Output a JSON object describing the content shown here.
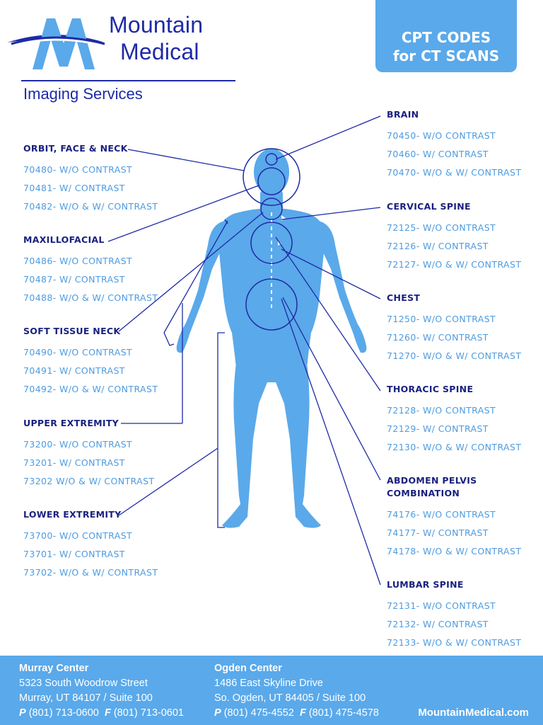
{
  "brand": {
    "name_line1": "Mountain",
    "name_line2": "Medical",
    "subtitle": "Imaging Services",
    "colors": {
      "navy": "#1e2aa6",
      "accent": "#5aa9ea",
      "body": "#5aa9ea"
    }
  },
  "badge": {
    "line1": "CPT CODES",
    "line2": "for CT SCANS"
  },
  "groups": {
    "orbit": {
      "title": "ORBIT, FACE & NECK",
      "codes": [
        "70480- W/O CONTRAST",
        "70481- W/ CONTRAST",
        "70482- W/O & W/ CONTRAST"
      ]
    },
    "maxillofacial": {
      "title": "MAXILLOFACIAL",
      "codes": [
        "70486- W/O CONTRAST",
        "70487- W/ CONTRAST",
        "70488- W/O & W/ CONTRAST"
      ]
    },
    "soft_tissue_neck": {
      "title": "SOFT TISSUE NECK",
      "codes": [
        "70490- W/O CONTRAST",
        "70491- W/ CONTRAST",
        "70492- W/O & W/ CONTRAST"
      ]
    },
    "upper_extremity": {
      "title": "UPPER EXTREMITY",
      "codes": [
        "73200- W/O CONTRAST",
        "73201- W/ CONTRAST",
        "73202 W/O & W/ CONTRAST"
      ]
    },
    "lower_extremity": {
      "title": "LOWER EXTREMITY",
      "codes": [
        "73700- W/O CONTRAST",
        "73701- W/ CONTRAST",
        "73702- W/O & W/ CONTRAST"
      ]
    },
    "brain": {
      "title": "BRAIN",
      "codes": [
        "70450- W/O CONTRAST",
        "70460- W/ CONTRAST",
        "70470- W/O & W/ CONTRAST"
      ]
    },
    "cervical_spine": {
      "title": "CERVICAL SPINE",
      "codes": [
        "72125- W/O CONTRAST",
        "72126- W/ CONTRAST",
        "72127- W/O & W/ CONTRAST"
      ]
    },
    "chest": {
      "title": "CHEST",
      "codes": [
        "71250- W/O CONTRAST",
        "71260- W/ CONTRAST",
        "71270- W/O & W/ CONTRAST"
      ]
    },
    "thoracic_spine": {
      "title": "THORACIC SPINE",
      "codes": [
        "72128- W/O CONTRAST",
        "72129- W/ CONTRAST",
        "72130- W/O & W/ CONTRAST"
      ]
    },
    "abdomen_pelvis": {
      "title_line1": "ABDOMEN PELVIS",
      "title_line2": "COMBINATION",
      "codes": [
        "74176- W/O CONTRAST",
        "74177- W/ CONTRAST",
        "74178- W/O & W/ CONTRAST"
      ]
    },
    "lumbar_spine": {
      "title": "LUMBAR SPINE",
      "codes": [
        "72131- W/O CONTRAST",
        "72132- W/ CONTRAST",
        "72133- W/O & W/ CONTRAST"
      ]
    }
  },
  "footer": {
    "murray": {
      "name": "Murray Center",
      "street": "5323 South Woodrow Street",
      "city": "Murray, UT 84107 / Suite 100",
      "phone_label": "P",
      "phone": "(801) 713-0600",
      "fax_label": "F",
      "fax": "(801) 713-0601"
    },
    "ogden": {
      "name": "Ogden Center",
      "street": "1486 East Skyline Drive",
      "city": "So. Ogden, UT 84405 / Suite 100",
      "phone_label": "P",
      "phone": "(801) 475-4552",
      "fax_label": "F",
      "fax": "(801) 475-4578"
    },
    "website": "MountainMedical.com"
  }
}
